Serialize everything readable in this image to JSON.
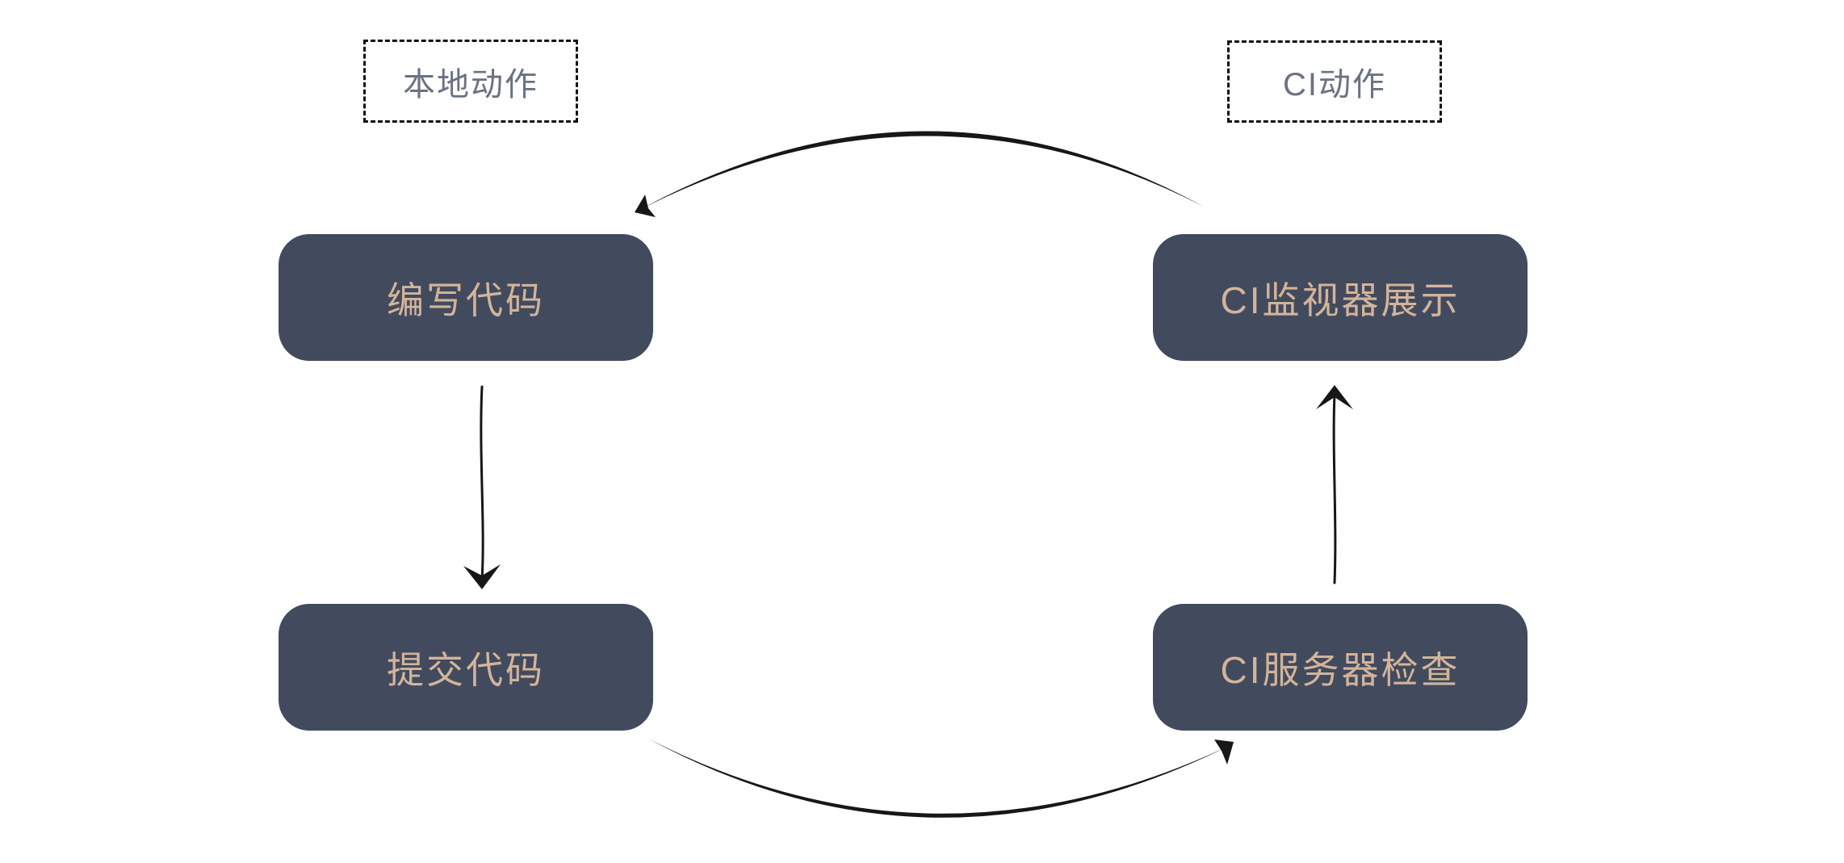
{
  "colors": {
    "canvas-bg": "#ffffff",
    "node-fill": "#424a5e",
    "node-text": "#d3b499",
    "group-text": "#6b7284",
    "group-border": "#111111",
    "arrow": "#17171a"
  },
  "groups": {
    "local": {
      "label": "本地动作"
    },
    "ci": {
      "label": "CI动作"
    }
  },
  "nodes": {
    "write_code": {
      "label": "编写代码"
    },
    "commit_code": {
      "label": "提交代码"
    },
    "ci_monitor": {
      "label": "CI监视器展示"
    },
    "ci_server": {
      "label": "CI服务器检查"
    }
  },
  "edges": [
    {
      "from": "CI监视器展示",
      "to": "编写代码",
      "shape": "top-arc",
      "direction": "right-to-left"
    },
    {
      "from": "编写代码",
      "to": "提交代码",
      "shape": "vertical-line",
      "direction": "down"
    },
    {
      "from": "提交代码",
      "to": "CI服务器检查",
      "shape": "bottom-arc",
      "direction": "left-to-right"
    },
    {
      "from": "CI服务器检查",
      "to": "CI监视器展示",
      "shape": "vertical-line",
      "direction": "up"
    }
  ]
}
